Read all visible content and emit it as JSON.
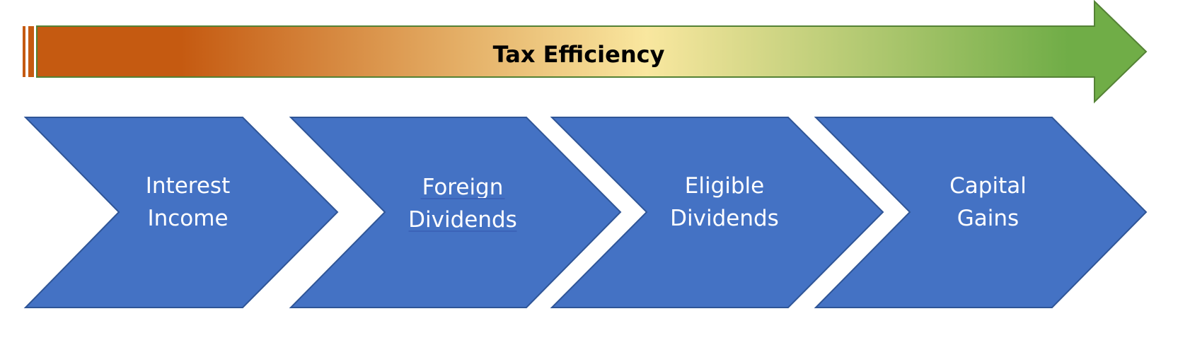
{
  "title": "Tax Efficiency",
  "colors": {
    "gradient_start": "#C55A11",
    "gradient_mid": "#F9E79F",
    "gradient_end": "#70AD47",
    "arrow_outline": "#548235",
    "chevron_fill": "#4472C4",
    "chevron_outline": "#2F5597",
    "label_text": "#FFFFFF"
  },
  "steps": [
    {
      "line1": "Interest",
      "line2": "Income",
      "underlined": false
    },
    {
      "line1": "Foreign",
      "line2": "Dividends",
      "underlined": true
    },
    {
      "line1": "Eligible",
      "line2": "Dividends",
      "underlined": false
    },
    {
      "line1": "Capital",
      "line2": "Gains",
      "underlined": false
    }
  ]
}
